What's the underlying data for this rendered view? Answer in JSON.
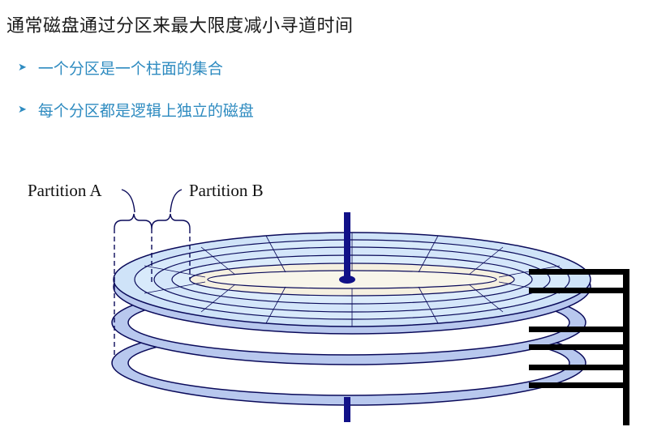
{
  "title": "通常磁盘通过分区来最大限度减小寻道时间",
  "bullets": [
    {
      "icon": "arrow-bullet-icon",
      "text": "一个分区是一个柱面的集合"
    },
    {
      "icon": "arrow-bullet-icon",
      "text": "每个分区都是逻辑上独立的磁盘"
    }
  ],
  "diagram": {
    "labels": {
      "partition_a": "Partition A",
      "partition_b": "Partition B"
    },
    "colors": {
      "platter_fill": "#c9dcf6",
      "platter_fill_light": "#d8eafb",
      "ring_fill": "#b8c8ee",
      "outline": "#0a0a5a",
      "spindle": "#111188",
      "arm": "#000000",
      "inner_core": "#f5f0e0"
    }
  }
}
